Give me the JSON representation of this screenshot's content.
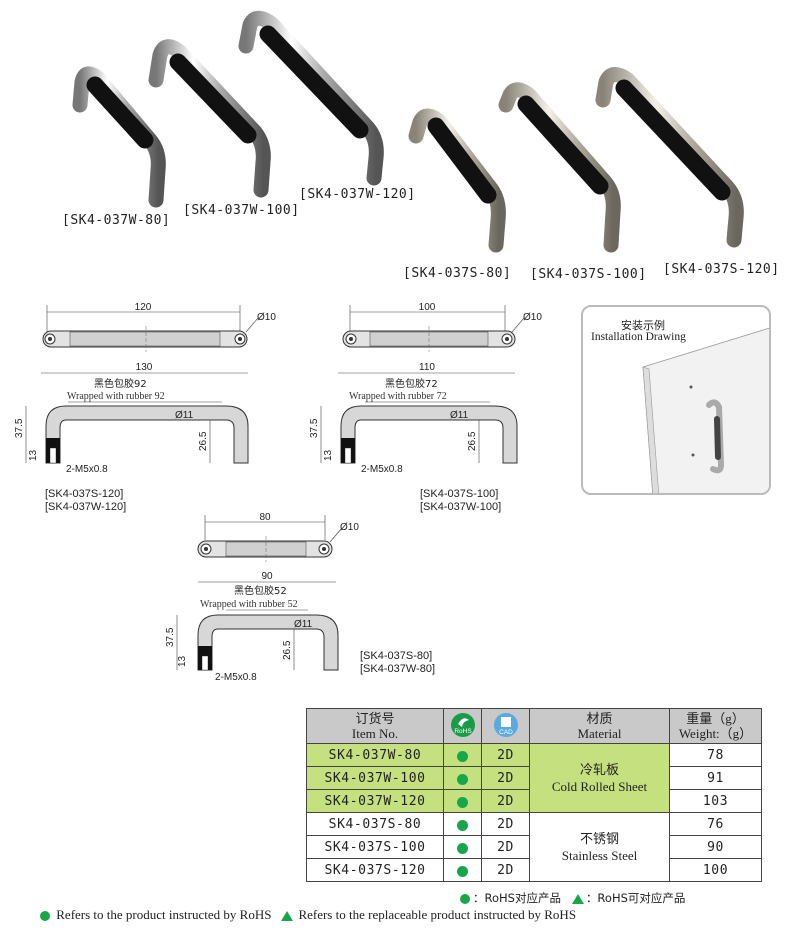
{
  "photos": {
    "captions": [
      "[SK4-037W-80]",
      "[SK4-037W-100]",
      "[SK4-037W-120]",
      "[SK4-037S-80]",
      "[SK4-037S-100]",
      "[SK4-037S-120]"
    ]
  },
  "drawings": [
    {
      "top_len": "120",
      "dia": "Ø10",
      "outer": "130",
      "rubber_cn": "黑色包胶92",
      "rubber_en": "Wrapped with rubber 92",
      "tube": "Ø11",
      "height": "37.5",
      "inner": "26.5",
      "thread_len": "13",
      "thread": "2-M5x0.8",
      "codes": [
        "[SK4-037S-120]",
        "[SK4-037W-120]"
      ]
    },
    {
      "top_len": "100",
      "dia": "Ø10",
      "outer": "110",
      "rubber_cn": "黑色包胶72",
      "rubber_en": "Wrapped with rubber 72",
      "tube": "Ø11",
      "height": "37.5",
      "inner": "26.5",
      "thread_len": "13",
      "thread": "2-M5x0.8",
      "codes": [
        "[SK4-037S-100]",
        "[SK4-037W-100]"
      ]
    },
    {
      "top_len": "80",
      "dia": "Ø10",
      "outer": "90",
      "rubber_cn": "黑色包胶52",
      "rubber_en": "Wrapped with rubber 52",
      "tube": "Ø11",
      "height": "37.5",
      "inner": "26.5",
      "thread_len": "13",
      "thread": "2-M5x0.8",
      "codes": [
        "[SK4-037S-80]",
        "[SK4-037W-80]"
      ]
    }
  ],
  "install": {
    "title_cn": "安装示例",
    "title_en": "Installation Drawing"
  },
  "table": {
    "headers": {
      "item_cn": "订货号",
      "item_en": "Item No.",
      "rohs": "RoHS",
      "cad": "CAD",
      "material_cn": "材质",
      "material_en": "Material",
      "weight_cn": "重量（g）",
      "weight_en": "Weight:（g）"
    },
    "rows": [
      {
        "item": "SK4-037W-80",
        "cad": "2D",
        "weight": "78"
      },
      {
        "item": "SK4-037W-100",
        "cad": "2D",
        "weight": "91"
      },
      {
        "item": "SK4-037W-120",
        "cad": "2D",
        "weight": "103"
      },
      {
        "item": "SK4-037S-80",
        "cad": "2D",
        "weight": "76"
      },
      {
        "item": "SK4-037S-100",
        "cad": "2D",
        "weight": "90"
      },
      {
        "item": "SK4-037S-120",
        "cad": "2D",
        "weight": "100"
      }
    ],
    "materials": [
      {
        "cn": "冷轧板",
        "en": "Cold Rolled Sheet"
      },
      {
        "cn": "不锈钢",
        "en": "Stainless Steel"
      }
    ],
    "colors": {
      "header": "#c9c9c9",
      "highlight": "#c5e07f",
      "dot": "#18a64a"
    }
  },
  "legend": {
    "short_dot": "：RoHS对应产品",
    "short_tri": "：RoHS可对应产品",
    "long_dot": "Refers to the product instructed by RoHS",
    "long_tri": "Refers to the replaceable product instructed by RoHS"
  }
}
